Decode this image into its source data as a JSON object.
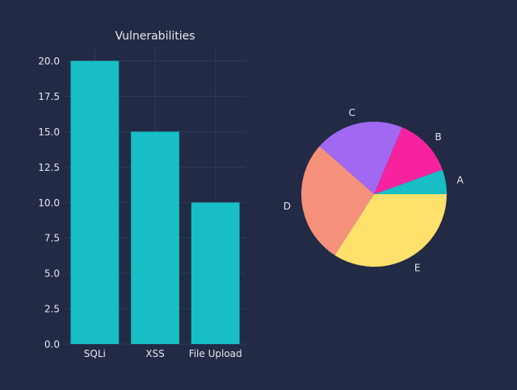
{
  "theme": {
    "background": "#222a45",
    "grid": "#2f3a5c",
    "text": "#e6e8ef",
    "bar_color": "#17bfc4"
  },
  "chart_data": [
    {
      "type": "bar",
      "title": "Vulnerabilities",
      "xlabel": "",
      "ylabel": "",
      "categories": [
        "SQLi",
        "XSS",
        "File Upload"
      ],
      "values": [
        20,
        15,
        10
      ],
      "ylim": [
        0,
        21
      ],
      "yticks": [
        "0.0",
        "2.5",
        "5.0",
        "7.5",
        "10.0",
        "12.5",
        "15.0",
        "17.5",
        "20.0"
      ],
      "grid": true,
      "color": "#17bfc4"
    },
    {
      "type": "pie",
      "title": "",
      "labels": [
        "A",
        "B",
        "C",
        "D",
        "E"
      ],
      "values": [
        5,
        12,
        18,
        25,
        31
      ],
      "colors": [
        "#17bfc4",
        "#f7229e",
        "#a169f2",
        "#f5917b",
        "#ffe16b"
      ],
      "start_angle": 0,
      "direction": "counterclockwise"
    }
  ]
}
